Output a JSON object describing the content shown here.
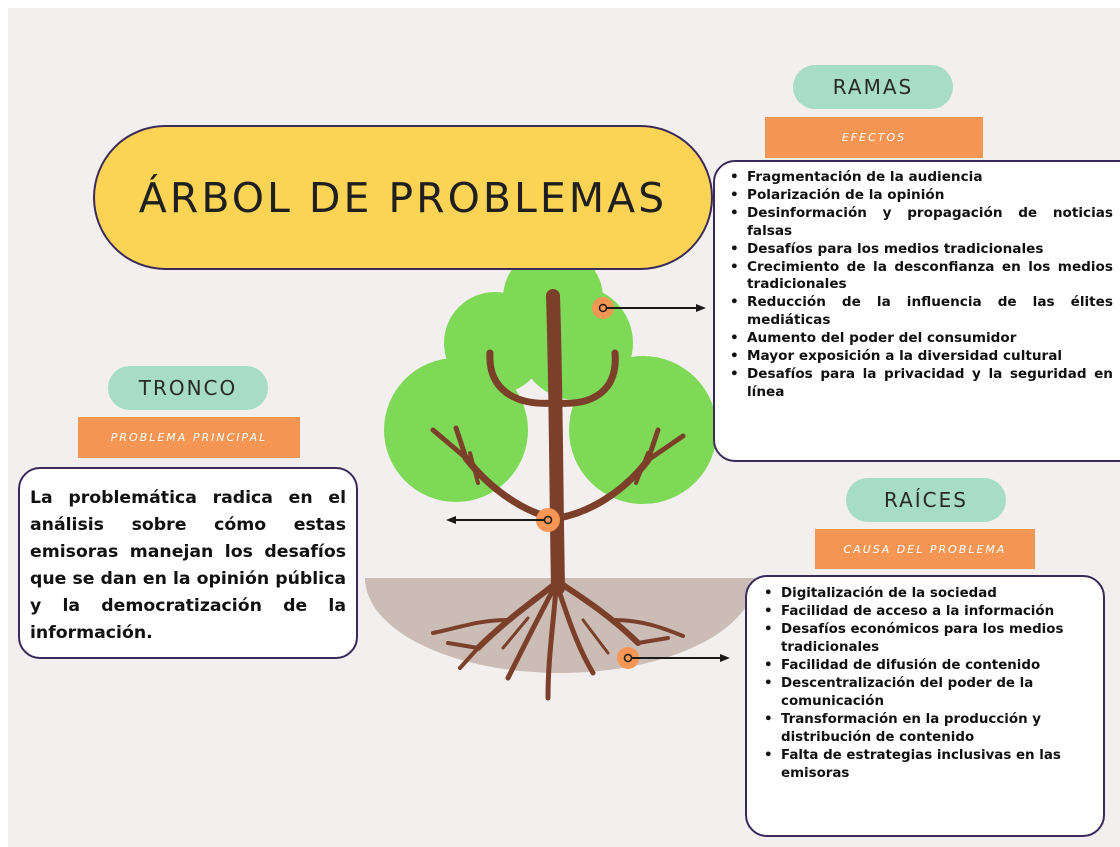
{
  "title": "ÁRBOL DE PROBLEMAS",
  "ramas": {
    "label": "RAMAS",
    "sublabel": "EFECTOS",
    "items": [
      "Fragmentación de la audiencia",
      "Polarización de la opinión",
      "Desinformación y propagación de noticias falsas",
      "Desafíos para los medios tradicionales",
      "Crecimiento de la desconfianza en los medios tradicionales",
      "Reducción de la influencia de las élites mediáticas",
      "Aumento del poder del consumidor",
      "Mayor exposición a la diversidad cultural",
      "Desafíos para la privacidad y la seguridad en línea"
    ]
  },
  "tronco": {
    "label": "TRONCO",
    "sublabel": "PROBLEMA PRINCIPAL",
    "text": "La problemática radica en el análisis sobre cómo estas emisoras manejan los desafíos que se dan en la opinión pública y la democratización de la información."
  },
  "raices": {
    "label": "RAÍCES",
    "sublabel": "CAUSA DEL PROBLEMA",
    "items": [
      "Digitalización de la sociedad",
      "Facilidad de acceso a la información",
      "Desafíos económicos para los medios tradicionales",
      "Facilidad de difusión de contenido",
      "Descentralización del poder de la comunicación",
      "Transformación en la producción y distribución de contenido",
      "Falta de estrategias inclusivas en las emisoras"
    ]
  },
  "colors": {
    "background": "#f2efee",
    "title_fill": "#fcd455",
    "label_fill": "#a6dcc8",
    "sublabel_fill": "#f59655",
    "foliage": "#7ed957",
    "trunk": "#7b3f2a",
    "ground": "#cbbcb5",
    "outline": "#3a2a5a"
  }
}
